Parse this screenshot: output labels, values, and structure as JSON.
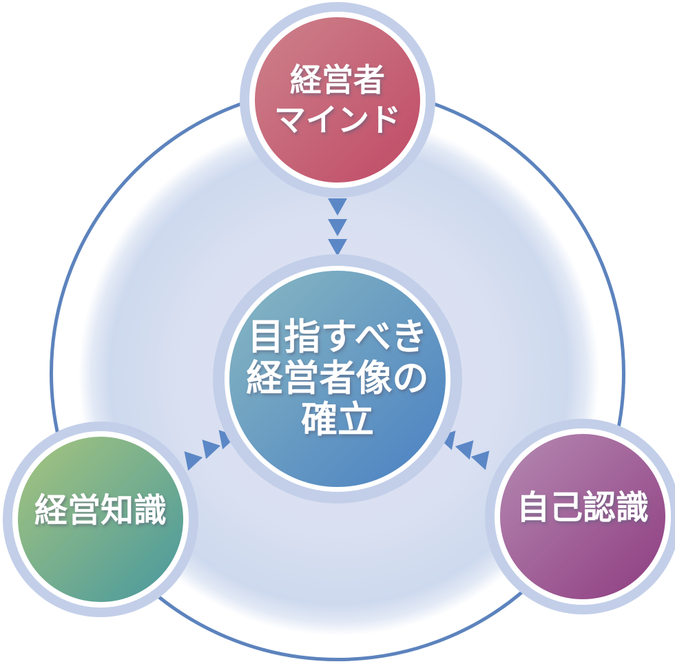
{
  "diagram": {
    "center": {
      "name": "目指すべき経営者像の確立",
      "lines": [
        "目指すべき",
        "経営者像の",
        "確立"
      ]
    },
    "top": {
      "name": "経営者マインド",
      "lines": [
        "経営者",
        "マインド"
      ]
    },
    "left": {
      "name": "経営知識",
      "lines": [
        "経営知識"
      ]
    },
    "right": {
      "name": "自己認識",
      "lines": [
        "自己認識"
      ]
    },
    "arrows": {
      "triangles_per_connector": 3,
      "top_connector_direction": "down-toward-center",
      "left_connector_direction": "down-left-toward-left-node",
      "right_connector_direction": "down-right-toward-right-node"
    }
  },
  "colors": {
    "outer_outline": "#5c83bd",
    "halo_ring": "#c3cfe9",
    "background_disc": "#dce3f2",
    "arrow": "#5b87c6",
    "label_text": "#ffffff",
    "center_gradient_start": "#88b8c2",
    "center_gradient_end": "#4a80c3",
    "top_gradient_start": "#cd828b",
    "top_gradient_end": "#c04a66",
    "left_gradient_start": "#a7c57d",
    "left_gradient_end": "#47989f",
    "right_gradient_start": "#b58ab2",
    "right_gradient_end": "#8e3c80"
  }
}
